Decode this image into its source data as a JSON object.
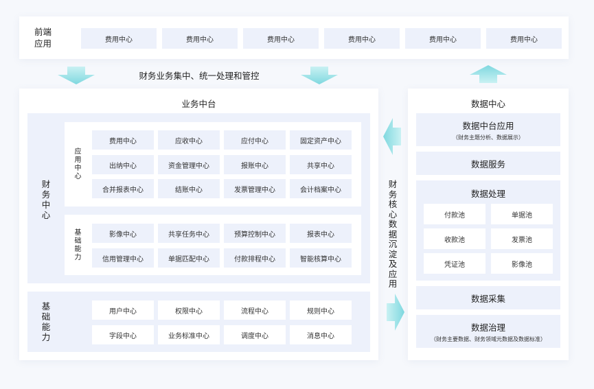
{
  "frontend": {
    "label": "前端应用",
    "items": [
      "费用中心",
      "费用中心",
      "费用中心",
      "费用中心",
      "费用中心",
      "费用中心"
    ]
  },
  "flow_caption": "财务业务集中、统一处理和管控",
  "biz_platform": {
    "title": "业务中台",
    "finance_center": {
      "label": "财务中心",
      "app_center": {
        "label": "应用中心",
        "items": [
          "费用中心",
          "应收中心",
          "应付中心",
          "固定资产中心",
          "出纳中心",
          "资金管理中心",
          "报账中心",
          "共享中心",
          "合并报表中心",
          "结账中心",
          "发票管理中心",
          "会计档案中心"
        ]
      },
      "base_capability": {
        "label": "基础能力",
        "items": [
          "影像中心",
          "共享任务中心",
          "预算控制中心",
          "报表中心",
          "信用管理中心",
          "单据匹配中心",
          "付款排程中心",
          "智能核算中心"
        ]
      }
    },
    "base_capability": {
      "label": "基础能力",
      "items": [
        "用户中心",
        "权限中心",
        "流程中心",
        "规则中心",
        "字段中心",
        "业务标准中心",
        "调度中心",
        "消息中心"
      ]
    }
  },
  "side_caption": "财务核心数据沉淀及应用",
  "data_center": {
    "title": "数据中心",
    "app": {
      "title": "数据中台应用",
      "sub": "（财务主题分析、数据展示）"
    },
    "service": {
      "title": "数据服务"
    },
    "processing": {
      "title": "数据处理",
      "items": [
        "付款池",
        "单据池",
        "收款池",
        "发票池",
        "凭证池",
        "影像池"
      ]
    },
    "collection": {
      "title": "数据采集"
    },
    "governance": {
      "title": "数据治理",
      "sub": "（财务主要数据、财务领域元数据及数据标准）"
    }
  },
  "colors": {
    "arrow": "#8fe0e6",
    "tile": "#edf1fb",
    "panel": "#ffffff",
    "bg": "#f6f8fc"
  }
}
